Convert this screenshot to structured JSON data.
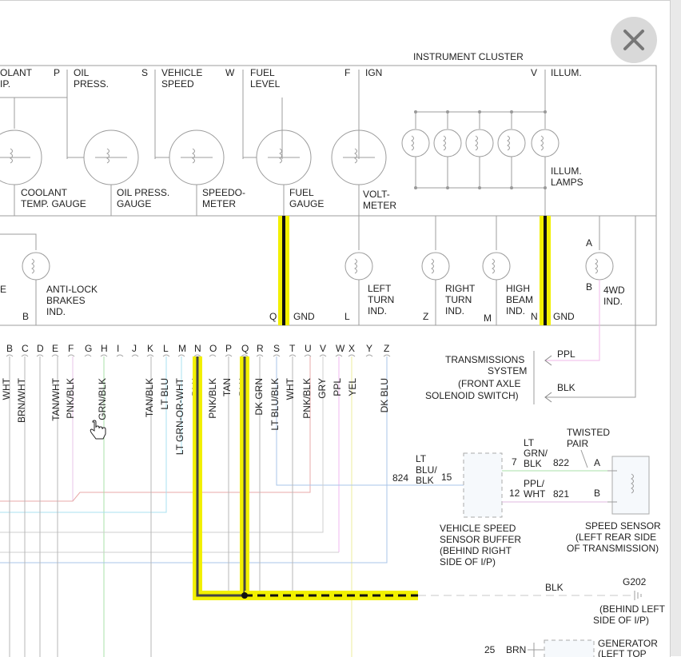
{
  "cluster": {
    "title": "INSTRUMENT CLUSTER",
    "pins_top": [
      {
        "pin": "P",
        "label": [
          "OIL",
          "PRESS."
        ]
      },
      {
        "pin": "S",
        "label": [
          "VEHICLE",
          "SPEED"
        ]
      },
      {
        "pin": "W",
        "label": [
          "FUEL",
          "LEVEL"
        ]
      },
      {
        "pin": "F",
        "label": [
          "IGN"
        ]
      },
      {
        "pin": "V",
        "label": [
          "ILLUM."
        ]
      }
    ],
    "coolant_partial": [
      "OLANT",
      "IP."
    ],
    "gauges": [
      {
        "label": [
          "COOLANT",
          "TEMP. GAUGE"
        ]
      },
      {
        "label": [
          "OIL PRESS.",
          "GAUGE"
        ]
      },
      {
        "label": [
          "SPEEDO-",
          "METER"
        ]
      },
      {
        "label": [
          "FUEL",
          "GAUGE"
        ]
      },
      {
        "label": [
          "VOLT-",
          "METER"
        ]
      }
    ],
    "illum_lamps": [
      "ILLUM.",
      "LAMPS"
    ],
    "indicators": [
      {
        "label": [
          "ANTI-LOCK",
          "BRAKES",
          "IND."
        ],
        "pin": "B"
      },
      {
        "label": [
          "LEFT",
          "TURN",
          "IND."
        ],
        "pin": "L"
      },
      {
        "label": [
          "RIGHT",
          "TURN",
          "IND."
        ],
        "pin": "Z"
      },
      {
        "label": [
          "HIGH",
          "BEAM",
          "IND."
        ],
        "pin": "M"
      },
      {
        "label": [
          "4WD",
          "IND."
        ],
        "pin_top": "A",
        "pin_bottom": "B"
      }
    ],
    "partial_left": "E",
    "gnd_q": {
      "pin": "Q",
      "label": "GND"
    },
    "gnd_n": {
      "pin": "N",
      "label": "GND"
    }
  },
  "connector": {
    "pins": [
      "B",
      "C",
      "D",
      "E",
      "F",
      "G",
      "H",
      "I",
      "J",
      "K",
      "L",
      "M",
      "N",
      "O",
      "P",
      "Q",
      "R",
      "S",
      "T",
      "U",
      "V",
      "W",
      "X",
      "Y",
      "Z"
    ],
    "wire_labels": [
      "WHT",
      "BRN/WHT",
      "TAN/WHT",
      "PNK/BLK",
      "GRN/BLK",
      "TAN/BLK",
      "LT BLU",
      "LT GRN-OR-WHT",
      "BLK",
      "PNK/BLK",
      "TAN",
      "BLK",
      "DK GRN",
      "LT BLU/BLK",
      "WHT",
      "PNK/BLK",
      "GRY",
      "PPL",
      "YEL",
      "DK BLU"
    ]
  },
  "transmission": {
    "label": [
      "TRANSMISSIONS",
      "SYSTEM",
      "(FRONT AXLE",
      "SOLENOID SWITCH)"
    ],
    "ppl": "PPL",
    "blk": "BLK"
  },
  "vss_buffer": {
    "label": [
      "VEHICLE SPEED",
      "SENSOR BUFFER",
      "(BEHIND RIGHT",
      "SIDE OF I/P)"
    ],
    "pin15": "15",
    "pin7": "7",
    "pin12": "12",
    "wire824_num": "824",
    "wire824_color": [
      "LT",
      "BLU/",
      "BLK"
    ],
    "wire822_color": [
      "LT",
      "GRN/",
      "BLK"
    ],
    "wire822_num": "822",
    "wire821_color": [
      "PPL/",
      "WHT"
    ],
    "wire821_num": "821"
  },
  "twisted_pair": [
    "TWISTED",
    "PAIR"
  ],
  "speed_sensor": {
    "label": [
      "SPEED SENSOR",
      "(LEFT REAR SIDE",
      "OF TRANSMISSION)"
    ],
    "pin_a": "A",
    "pin_b": "B"
  },
  "ground": {
    "wire": "BLK",
    "id": "G202",
    "label": [
      "(BEHIND LEFT",
      "SIDE OF I/P)"
    ]
  },
  "generator": {
    "pin": "25",
    "wire": "BRN",
    "label": [
      "GENERATOR",
      "(LEFT TOP"
    ]
  },
  "highlight_color": "#f2f000",
  "wire_colors": {
    "pink": "#f0b8e8",
    "blue": "#aac4e8",
    "green": "#a8e0a8",
    "cyan": "#a8e0f0",
    "yellow_lt": "#ecec9c",
    "salmon": "#e8a8a8"
  }
}
